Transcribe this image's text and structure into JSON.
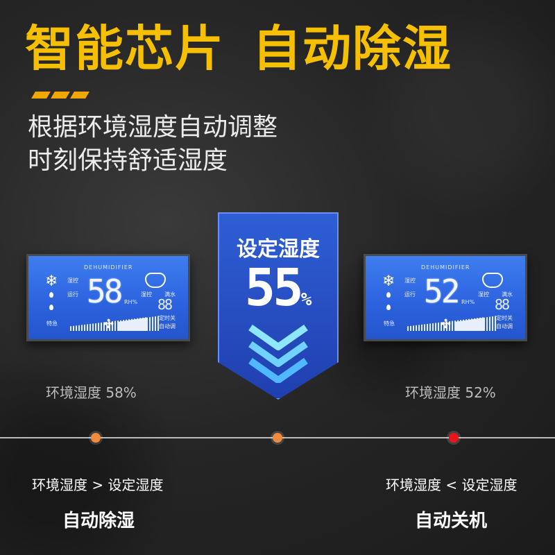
{
  "headline": {
    "part1": "智能芯片",
    "part2": "自动除湿"
  },
  "subtitle": {
    "line1": "根据环境湿度自动调整",
    "line2": "时刻保持舒适湿度"
  },
  "setpoint": {
    "label": "设定湿度",
    "value": "55",
    "unit": "%"
  },
  "left_display": {
    "brand": "DEHUMIDIFIER",
    "reading": "58",
    "aux": "88",
    "tag_dehumid": "湿控",
    "tag_run": "运行",
    "tag_special": "特急",
    "tag_pct": "RH%",
    "tag_water": "满水",
    "tag_timer": "定时关",
    "tag_auto": "自动调",
    "caption": "环境湿度 58%"
  },
  "right_display": {
    "brand": "DEHUMIDIFIER",
    "reading": "52",
    "aux": "88",
    "tag_dehumid": "湿控",
    "tag_run": "运行",
    "tag_special": "特急",
    "tag_pct": "RH%",
    "tag_water": "满水",
    "tag_timer": "定时关",
    "tag_auto": "自动调",
    "caption": "环境湿度 52%"
  },
  "timeline": {
    "left_condition": "环境湿度 > 设定湿度",
    "left_action": "自动除湿",
    "right_condition": "环境湿度 < 设定湿度",
    "right_action": "自动关机",
    "dot_colors": [
      "#f08a3c",
      "#f08a3c",
      "#e8161c"
    ]
  },
  "colors": {
    "headline": "#f6c000",
    "accent_stripe": "#f0a800",
    "badge_blue": "#2f5fd6",
    "lcd_blue": "#3e7ef0"
  }
}
